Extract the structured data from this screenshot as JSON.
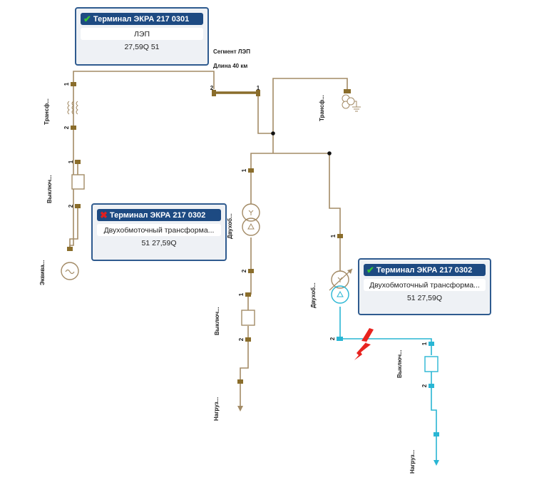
{
  "colors": {
    "wire": "#a38b66",
    "wire_energized": "#29b6d4",
    "pin": "#8a6d2b",
    "pin_energized": "#29b6d4",
    "card_border": "#2f5b8f",
    "card_header": "#1d4a82",
    "fault": "#e8231f",
    "ok": "#35c435",
    "error": "#e01f1f"
  },
  "terminals": [
    {
      "id": "t1",
      "status": "ok",
      "status_icon": "check-icon",
      "title": "Терминал ЭКРА 217 0301",
      "element": "ЛЭП",
      "values": "27,59Q 51"
    },
    {
      "id": "t2",
      "status": "error",
      "status_icon": "cross-icon",
      "title": "Терминал ЭКРА 217 0302",
      "element": "Двухобмоточный трансформа...",
      "values": "51 27,59Q"
    },
    {
      "id": "t3",
      "status": "ok",
      "status_icon": "check-icon",
      "title": "Терминал ЭКРА 217 0302",
      "element": "Двухобмоточный трансформа...",
      "values": "51 27,59Q"
    }
  ],
  "line_segment": {
    "name": "Сегмент ЛЭП",
    "length": "Длина 40 км"
  },
  "elements": {
    "ct_left": "Трансф...",
    "breaker_left": "Выключ...",
    "source": "Эквива...",
    "vt_right": "Трансф...",
    "transformer_mid": "Двухоб...",
    "breaker_mid": "Выключ...",
    "load_mid": "Нагруз...",
    "transformer_right": "Двухоб...",
    "breaker_right": "Выключ...",
    "load_right": "Нагруз..."
  },
  "pins": {
    "one": "1",
    "two": "2"
  }
}
